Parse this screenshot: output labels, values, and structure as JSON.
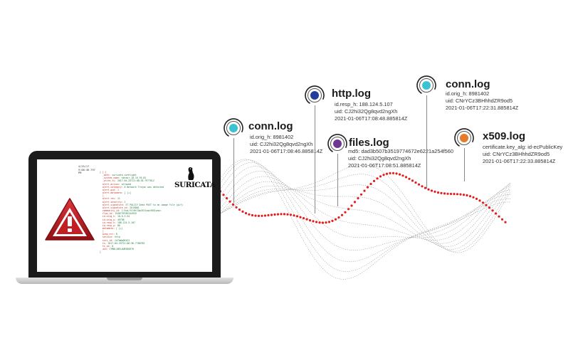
{
  "colors": {
    "cyan": "#3cc3d2",
    "navy": "#22409a",
    "purple": "#6d3793",
    "orange": "#e37c2c",
    "red_dots": "#e41e1e",
    "warning_red": "#c21f25"
  },
  "screen": {
    "date": "4/25/17",
    "time": "9:08:36.797 PM",
    "logo": "SURICATA",
    "event_lines": [
      {
        "k": "{ [-]"
      },
      {
        "k": "  _path: ",
        "v": "suricata_corelight"
      },
      {
        "k": "  _system_name: ",
        "v": "sensor_18_16_95_82"
      },
      {
        "k": "  _write_ts: ",
        "v": "2017-04-25T21:08:36.797781Z"
      },
      {
        "k": "  alert.action: ",
        "v": "allowed"
      },
      {
        "k": "  alert.category: ",
        "v": "A Network Trojan was detected"
      },
      {
        "k": "  alert.gid: ",
        "v": "1"
      },
      {
        "k": "  alert.metadata: ",
        "v": "[ [+]"
      },
      {
        "k": "  ]"
      },
      {
        "k": "  alert.rev: ",
        "v": "11"
      },
      {
        "k": "  alert.severity: ",
        "v": "1"
      },
      {
        "k": "  alert.signature: ",
        "v": "ET POLICY Data POST to an image file (gif)"
      },
      {
        "k": "  alert.signature_id: ",
        "v": "2019881"
      },
      {
        "k": "  community_id: ",
        "v": "1:5uo/fCtHtCUpC6I1ymyV8G1wnw="
      },
      {
        "k": "  flow_id: ",
        "v": "1548739785244933"
      },
      {
        "k": "  id.orig_h: ",
        "v": "10.0.3.54"
      },
      {
        "k": "  id.orig_p: ",
        "v": "49798"
      },
      {
        "k": "  id.resp_h: ",
        "v": "188.124.5.107"
      },
      {
        "k": "  id.resp_p: ",
        "v": "80"
      },
      {
        "k": "  metadata: ",
        "v": "[ [+]"
      },
      {
        "k": "  ]"
      },
      {
        "k": "  pcap_cnt: ",
        "v": "8"
      },
      {
        "k": "  service: ",
        "v": "http"
      },
      {
        "k": "  suri_id: ",
        "v": "CeTaWoQH1G2"
      },
      {
        "k": "  ts: ",
        "v": "2017-04-25T21:08:36.7768782"
      },
      {
        "k": "  tx_id: ",
        "v": "0"
      },
      {
        "k": "  uid: ",
        "v": "CYMBL2BEiOUR9OUR7H"
      },
      {
        "k": "}"
      }
    ]
  },
  "callouts": [
    {
      "id": "conn1",
      "title": "conn.log",
      "color": "#3cc3d2",
      "lines": [
        "id.orig_h: 8981402",
        "uid: CJ2hi32Qg8qvd2ngXh",
        "2021-01-06T17:08:46.885814Z"
      ]
    },
    {
      "id": "http",
      "title": "http.log",
      "color": "#22409a",
      "lines": [
        "id.resp_h: 188.124.5.107",
        "uid: CJ2hi32Qg8qvd2ngXh",
        "2021-01-06T17:08:48.885814Z"
      ]
    },
    {
      "id": "files",
      "title": "files.log",
      "color": "#6d3793",
      "lines": [
        "md5: dad3b507b3519774672e6221a254f560",
        "uid: CJ2hi32Qg8qvd2ngXh",
        "2021-01-06T17:08:51.885814Z"
      ]
    },
    {
      "id": "conn2",
      "title": "conn.log",
      "color": "#3cc3d2",
      "lines": [
        "id.orig_h: 8981402",
        "uid: CNrYCz3BHhhdZR9od5",
        "2021-01-06T17:22:31.885814Z"
      ]
    },
    {
      "id": "x509",
      "title": "x509.log",
      "color": "#e37c2c",
      "lines": [
        "certificate.key_alg: id-ecPublicKey",
        "uid: CNrYCz3BHhhdZR9od5",
        "2021-01-06T17:22:33.885814Z"
      ]
    }
  ]
}
